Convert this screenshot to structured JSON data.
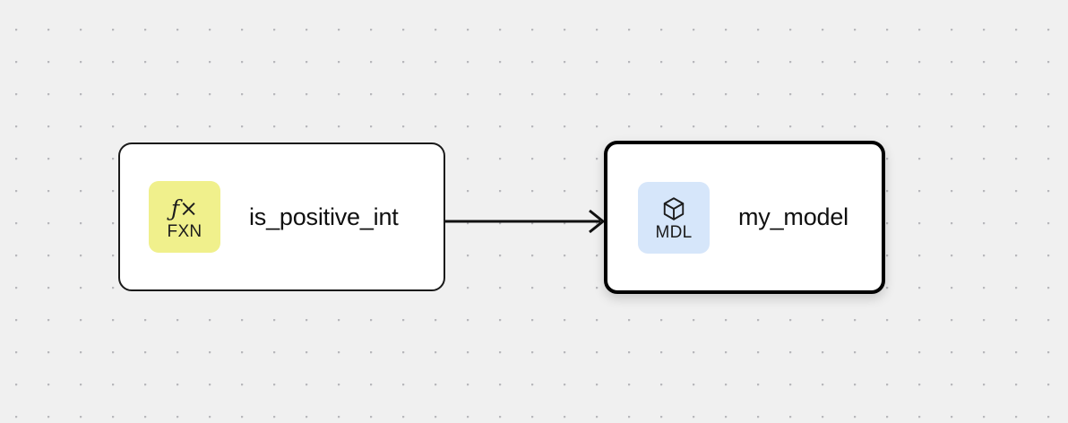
{
  "canvas": {
    "background_color": "#f0f0f0",
    "dot_color": "#b8b8bc",
    "dot_spacing": 36
  },
  "nodes": [
    {
      "id": "fxn",
      "label": "is_positive_int",
      "badge": {
        "glyph": "fx-italic-icon",
        "glyph_text": "ƒ×",
        "caption": "FXN",
        "background_color": "#f0f08c"
      },
      "selected": false,
      "border_color": "#1a1a1a"
    },
    {
      "id": "mdl",
      "label": "my_model",
      "badge": {
        "glyph": "cube-icon",
        "caption": "MDL",
        "background_color": "#d6e6fa"
      },
      "selected": true,
      "border_color": "#000000"
    }
  ],
  "edges": [
    {
      "id": "fxn-to-mdl",
      "source": "fxn",
      "target": "mdl",
      "color": "#111111",
      "arrowhead": "open-chevron"
    }
  ]
}
